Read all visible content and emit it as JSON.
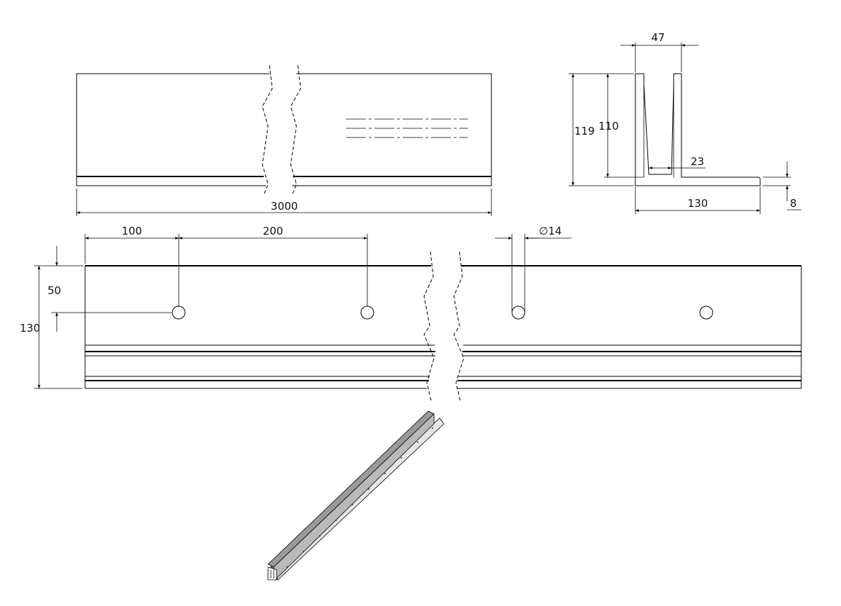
{
  "front_view": {
    "length_label": "3000"
  },
  "section_view": {
    "top_width_label": "47",
    "total_height_label": "119",
    "wall_height_label": "110",
    "inner_gap_label": "23",
    "base_width_label": "130",
    "base_thickness_label": "8"
  },
  "top_view": {
    "first_hole_label": "100",
    "hole_spacing_label": "200",
    "hole_diameter_label": "∅14",
    "hole_offset_label": "50",
    "width_label": "130"
  },
  "colors": {
    "line": "#000000",
    "background": "#ffffff",
    "iso_body": "#b9b9b9"
  }
}
